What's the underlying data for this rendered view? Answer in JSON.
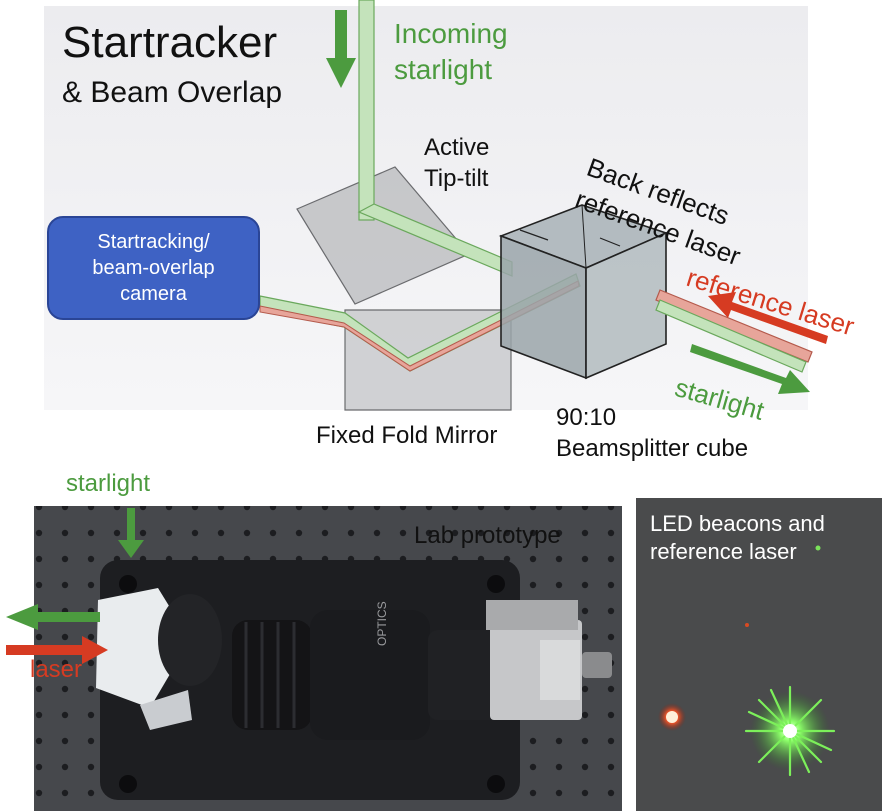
{
  "title": "Startracker",
  "subtitle": "& Beam Overlap",
  "camera": {
    "line1": "Startracking/",
    "line2": "beam-overlap",
    "line3": "camera"
  },
  "labels": {
    "incoming_line1": "Incoming",
    "incoming_line2": "starlight",
    "active_line1": "Active",
    "active_line2": "Tip-tilt",
    "back_line1": "Back reflects",
    "back_line2": "reference laser",
    "reference_laser": "reference laser",
    "starlight": "starlight",
    "fixed_fold": "Fixed Fold Mirror",
    "bs_line1": "90:10",
    "bs_line2": "Beamsplitter cube"
  },
  "photo": {
    "starlight": "starlight",
    "laser": "laser",
    "lab_prototype": "Lab prototype",
    "lens_text": "OPTICS",
    "led_line1": "LED beacons and",
    "led_line2": "reference laser"
  },
  "colors": {
    "starlight_green": "#4c9b3f",
    "laser_red": "#d63b22",
    "camera_blue": "#3e62c4",
    "panel_gray": "#eeeef0"
  }
}
